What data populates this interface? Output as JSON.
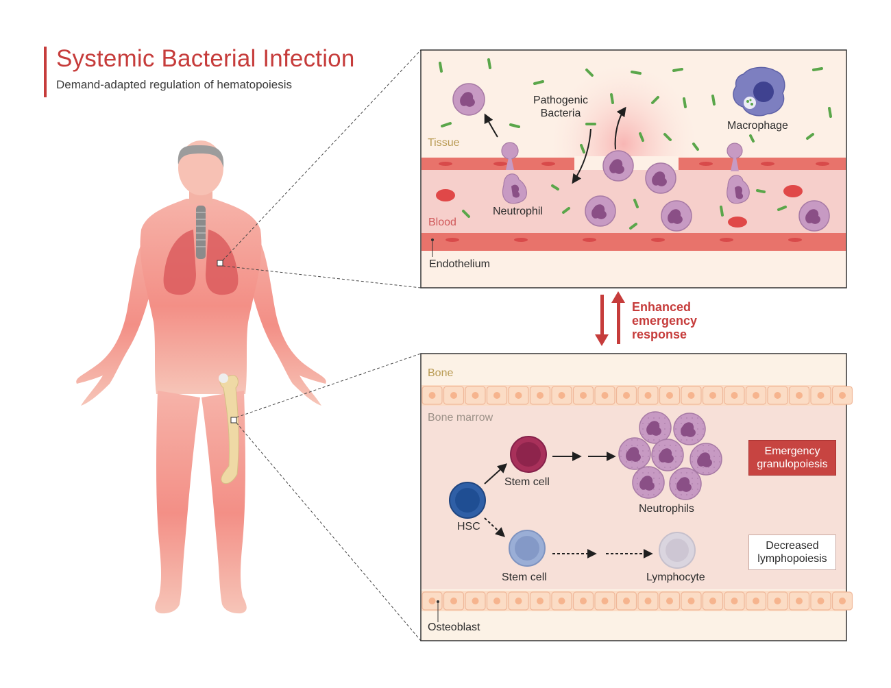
{
  "header": {
    "title": "Systemic Bacterial Infection",
    "subtitle": "Demand-adapted regulation of hematopoiesis"
  },
  "upper_panel": {
    "tissue_label": "Tissue",
    "blood_label": "Blood",
    "endothelium_label": "Endothelium",
    "bacteria_label_line1": "Pathogenic",
    "bacteria_label_line2": "Bacteria",
    "macrophage_label": "Macrophage",
    "neutrophil_label": "Neutrophil"
  },
  "connector": {
    "line1": "Enhanced",
    "line2": "emergency",
    "line3": "response"
  },
  "lower_panel": {
    "bone_label": "Bone",
    "marrow_label": "Bone marrow",
    "osteoblast_label": "Osteoblast",
    "hsc_label": "HSC",
    "stem_cell_top_label": "Stem cell",
    "stem_cell_bottom_label": "Stem cell",
    "neutrophils_label": "Neutrophils",
    "lymphocyte_label": "Lymphocyte",
    "granulopoiesis_line1": "Emergency",
    "granulopoiesis_line2": "granulopoiesis",
    "lymphopoiesis_line1": "Decreased",
    "lymphopoiesis_line2": "lymphopoiesis"
  },
  "colors": {
    "accent_red": "#c63c3b",
    "tissue_bg": "#fdf0e6",
    "blood_bg": "#f6cfcb",
    "bacteria_green": "#5aa64a",
    "neutrophil_purple": "#c79ac3",
    "macrophage_blue": "#7d7fc0",
    "hsc_blue": "#2f5fa6",
    "stem_cell_red": "#a8305a",
    "stem_cell_blue": "#9aaed6",
    "lymphocyte_grey": "#d9d4de",
    "body_pink": "#f19790"
  }
}
